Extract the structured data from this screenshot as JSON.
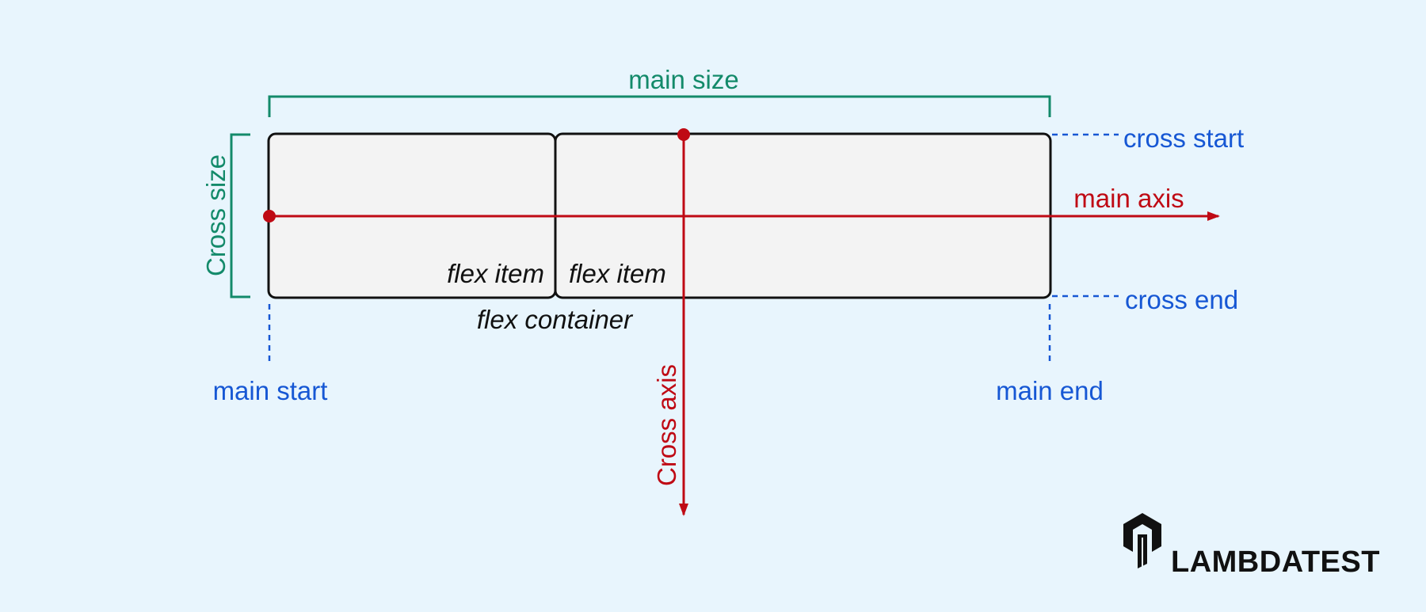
{
  "labels": {
    "main_size": "main size",
    "cross_size": "Cross size",
    "cross_start": "cross start",
    "cross_end": "cross end",
    "main_axis": "main axis",
    "cross_axis": "Cross axis",
    "main_start": "main start",
    "main_end": "main end",
    "flex_item_1": "flex item",
    "flex_item_2": "flex item",
    "flex_container": "flex container"
  },
  "logo": {
    "text": "LAMBDATEST",
    "icon": "lambdatest-logo-icon"
  },
  "colors": {
    "background": "#e8f5fd",
    "green": "#138a6a",
    "red": "#bf0a14",
    "blue": "#1657d4",
    "box_fill": "#f3f3f3",
    "box_stroke": "#111111",
    "text": "#111111"
  }
}
